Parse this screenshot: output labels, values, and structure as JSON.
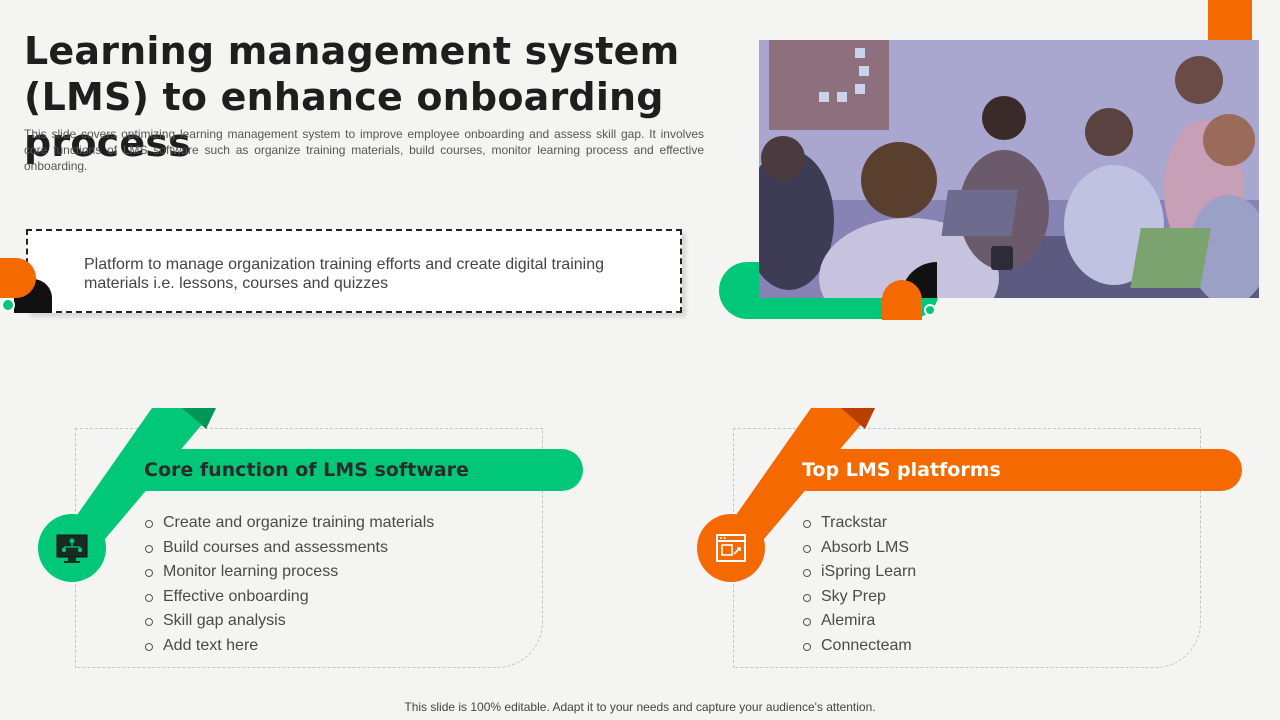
{
  "slide": {
    "title": "Learning management system (LMS) to enhance onboarding process",
    "description": "This slide covers optimizing learning management system to improve employee onboarding and assess skill gap. It involves core functions of LMS software such as organize training materials, build courses, monitor learning process and effective onboarding.",
    "highlight_text": "Platform to manage organization training efforts and create digital training materials i.e. lessons, courses and quizzes",
    "footer": "This slide is 100% editable. Adapt it to your needs and capture your audience's attention."
  },
  "cards": [
    {
      "title": "Core function of LMS software",
      "icon": "computer-network-icon",
      "items": [
        "Create and organize training materials",
        "Build courses and assessments",
        "Monitor learning process",
        "Effective onboarding",
        "Skill gap analysis",
        "Add text here"
      ]
    },
    {
      "title": "Top LMS platforms",
      "icon": "web-browser-icon",
      "items": [
        "Trackstar",
        "Absorb LMS",
        "iSpring Learn",
        "Sky Prep",
        "Alemira",
        "Connecteam"
      ]
    }
  ],
  "colors": {
    "green": "#00c878",
    "dark_green": "#009658",
    "orange": "#f56a00",
    "dark_orange": "#b83f00",
    "black": "#111111",
    "photo_tint": "#8a86b8"
  }
}
